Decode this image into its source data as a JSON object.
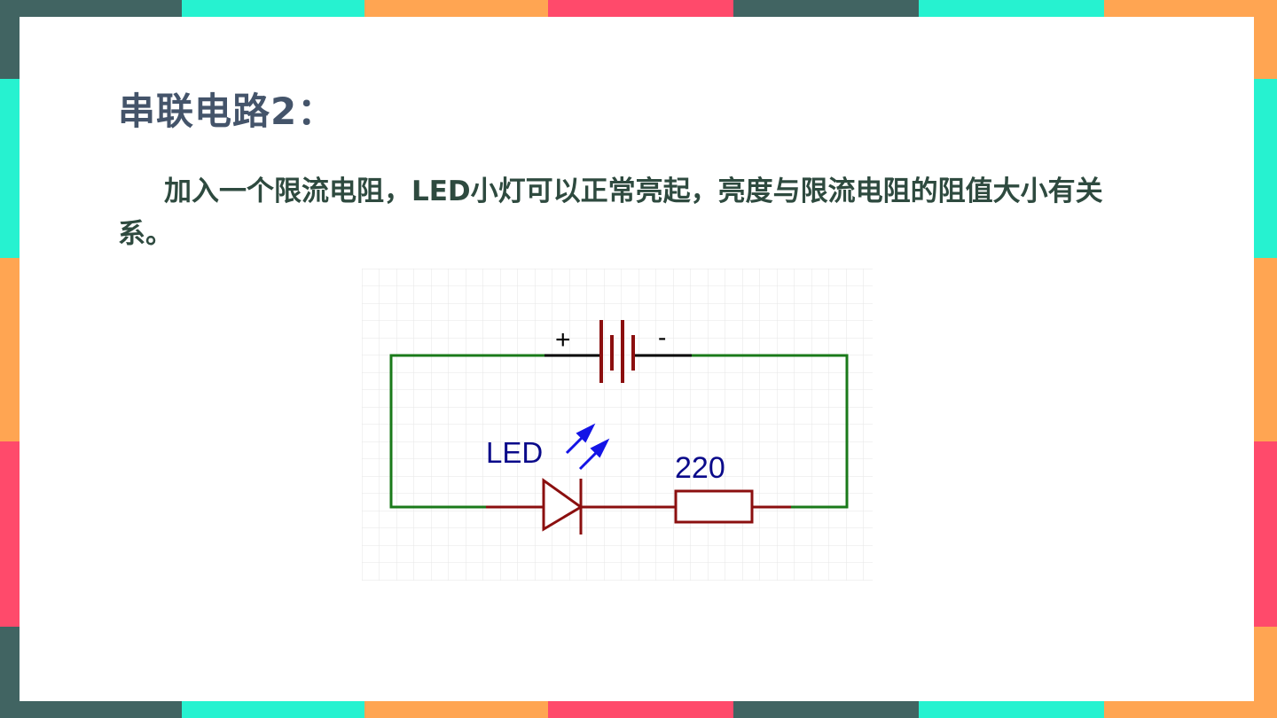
{
  "slide": {
    "title": "串联电路2：",
    "body": "加入一个限流电阻，LED小灯可以正常亮起，亮度与限流电阻的阻值大小有关系。"
  },
  "circuit": {
    "battery_plus": "+",
    "battery_minus": "-",
    "led_label": "LED",
    "resistor_label": "220"
  },
  "colors": {
    "dark": "#416462",
    "cyan": "#26f2d0",
    "orange": "#ffa552",
    "pink": "#ff4a6b",
    "wire_green": "#1a7a1a",
    "component_red": "#8b0f0f",
    "label_blue": "#0a0a8a",
    "arrow_blue": "#1414e6"
  }
}
